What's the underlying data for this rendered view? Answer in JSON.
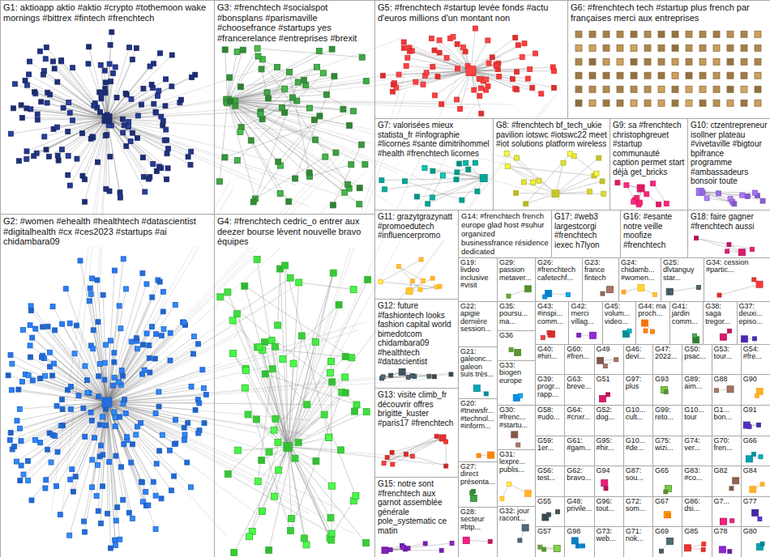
{
  "diagram": {
    "nodes": [
      {
        "text": [
          "G1: aktioapp aktio #aktio #crypto #tothemoon wake mornings #bittrex #fintech #frenchtech"
        ]
      },
      {
        "text": [
          "G3: #frenchtech #socialspot #bonsplans #parismaville #choosefrance #startups yes #francerelance #entreprises #brexit"
        ]
      },
      {
        "text": [
          "G5: #frenchtech #startup levée fonds #actu d'euros millions d'un montant non"
        ]
      },
      {
        "text": [
          "G6: #frenchtech tech #startup plus french par françaises merci aux entreprises"
        ]
      },
      {
        "text": [
          "G7: valorisées mieux statista_fr #infographie #licornes #sante dimitrihommel #health #frenchtech licornes"
        ]
      },
      {
        "text": [
          "G8: #frenchtech bf_tech_ukie pavilion iotswc #iotswc22 meet #iot solutions platform wireless"
        ]
      },
      {
        "text": [
          "G9: sa #frenchtech christophgreuet #startup communauté caption permet start déjà get_bricks"
        ]
      },
      {
        "text": [
          "G10: ctzentrepreneur isollner plateau #vivetaville #bigtour bpifrance programme #ambassadeurs bonsoir toute"
        ]
      },
      {
        "text": [
          "G2: #women #ehealth #healthtech #datascientist #digitalhealth #cx #ces2023 #startups #ai chidambara09"
        ]
      },
      {
        "text": [
          "G4: #frenchtech cedric_o entrer aux deezer bourse lèvent nouvelle bravo équipes"
        ]
      },
      {
        "text": [
          "G11: grazytgrazynatt #promoedutech #influencerpromo"
        ]
      },
      {
        "text": [
          "G12: future #fashiontech looks fashion capital world bimedotcom chidambara09 #healthtech #datascientist"
        ]
      },
      {
        "text": [
          "G13: visite climb_fr découvrir offres brigitte_kuster #paris17 #frenchtech"
        ]
      },
      {
        "text": [
          "G15: notre sont #frenchtech aux garnot assemblée générale pole_systematic ce matin"
        ]
      },
      {
        "text": [
          "G14: #frenchtech french europe glad host #suhur organized businessfrance résidence dedicated"
        ]
      },
      {
        "text": [
          "G17: #web3 largestcorgi #frenchtech iexec h7lyon"
        ]
      },
      {
        "text": [
          "G16: #esante notre veille moofize #frenchtech"
        ]
      },
      {
        "text": [
          "G18: faire gagner #frenchtech aussi"
        ]
      },
      {
        "text": [
          "G19: livdeo inclusive #visit"
        ]
      },
      {
        "text": [
          "G29: passion metaver..."
        ]
      },
      {
        "text": [
          "G26: #frenchtech cafetechf..."
        ]
      },
      {
        "text": [
          "G23: france fintech"
        ]
      },
      {
        "text": [
          "G24: chidamb... #women..."
        ]
      },
      {
        "text": [
          "G25: dlvtanguy star..."
        ]
      },
      {
        "text": [
          "G34: cession #partic..."
        ]
      },
      {
        "text": [
          "G22: apigie dernière session..."
        ]
      },
      {
        "text": [
          "G21: galeonc... galeon suis très..."
        ]
      },
      {
        "text": [
          "G20: #tnewsfr... #technol... #inform..."
        ]
      },
      {
        "text": [
          "G27: direct présenta..."
        ]
      },
      {
        "text": [
          "G28: secteur #btp..."
        ]
      },
      {
        "text": [
          "G35: poursu... ma..."
        ]
      },
      {
        "text": [
          "G36"
        ]
      },
      {
        "text": [
          "G33: biogen europe"
        ]
      },
      {
        "text": [
          "G30: #frenc... #startu..."
        ]
      },
      {
        "text": [
          "G31: lexpre... publis..."
        ]
      },
      {
        "text": [
          "G32: jour racont..."
        ]
      },
      {
        "text": [
          "G43: #inspi... comm..."
        ]
      },
      {
        "text": [
          "G42: merci villag..."
        ]
      },
      {
        "text": [
          "G45: volum... video..."
        ]
      },
      {
        "text": [
          "G44: ma proch..."
        ]
      },
      {
        "text": [
          "G41: jardin comm..."
        ]
      },
      {
        "text": [
          "G38: saga tregor..."
        ]
      },
      {
        "text": [
          "G37: deuxi... episo..."
        ]
      },
      {
        "text": [
          "G40: #hiri..."
        ]
      },
      {
        "text": [
          "G60: #fren..."
        ]
      },
      {
        "text": [
          "G49"
        ]
      },
      {
        "text": [
          "G46: devi..."
        ]
      },
      {
        "text": [
          "G47: 2022..."
        ]
      },
      {
        "text": [
          "G50: psac..."
        ]
      },
      {
        "text": [
          "G53: tour..."
        ]
      },
      {
        "text": [
          "G54: #fre..."
        ]
      },
      {
        "text": [
          "G39: progr... rapp..."
        ]
      },
      {
        "text": [
          "G63: breve..."
        ]
      },
      {
        "text": [
          "G51"
        ]
      },
      {
        "text": [
          "G97: plus"
        ]
      },
      {
        "text": [
          "G93"
        ]
      },
      {
        "text": [
          "G89: aim..."
        ]
      },
      {
        "text": [
          "G88"
        ]
      },
      {
        "text": [
          "G90"
        ]
      },
      {
        "text": [
          "G58: #udo..."
        ]
      },
      {
        "text": [
          "G64: #cnxr..."
        ]
      },
      {
        "text": [
          "G52: dog..."
        ]
      },
      {
        "text": [
          "G10... cult..."
        ]
      },
      {
        "text": [
          "G99: reto..."
        ]
      },
      {
        "text": [
          "G10... tour"
        ]
      },
      {
        "text": [
          "G1... bon..."
        ]
      },
      {
        "text": [
          "G91"
        ]
      },
      {
        "text": [
          "G59: 1er..."
        ]
      },
      {
        "text": [
          "G61: #gam..."
        ]
      },
      {
        "text": [
          "G95: #hir..."
        ]
      },
      {
        "text": [
          "G10... #de..."
        ]
      },
      {
        "text": [
          "G75: wizi..."
        ]
      },
      {
        "text": [
          "G74: ver..."
        ]
      },
      {
        "text": [
          "G70: fren..."
        ]
      },
      {
        "text": [
          "G66"
        ]
      },
      {
        "text": [
          "G56: test..."
        ]
      },
      {
        "text": [
          "G62: bravo..."
        ]
      },
      {
        "text": [
          "G94"
        ]
      },
      {
        "text": [
          "G87: sou..."
        ]
      },
      {
        "text": [
          "G65"
        ]
      },
      {
        "text": [
          "G83: #co..."
        ]
      },
      {
        "text": [
          "G82"
        ]
      },
      {
        "text": [
          "G84"
        ]
      },
      {
        "text": [
          "G55"
        ]
      },
      {
        "text": [
          "G48: privile..."
        ]
      },
      {
        "text": [
          "G96: tout..."
        ]
      },
      {
        "text": [
          "G72: som..."
        ]
      },
      {
        "text": [
          "G67"
        ]
      },
      {
        "text": [
          "G86: dsi..."
        ]
      },
      {
        "text": [
          "G7..."
        ]
      },
      {
        "text": [
          "G77"
        ]
      },
      {
        "text": [
          "G57"
        ]
      },
      {
        "text": [
          "G98"
        ]
      },
      {
        "text": [
          "G73: web..."
        ]
      },
      {
        "text": [
          "G71: nok..."
        ]
      },
      {
        "text": [
          "G69"
        ]
      },
      {
        "text": [
          "G85"
        ]
      },
      {
        "text": [
          "G78"
        ]
      },
      {
        "text": [
          "G80"
        ]
      }
    ]
  }
}
